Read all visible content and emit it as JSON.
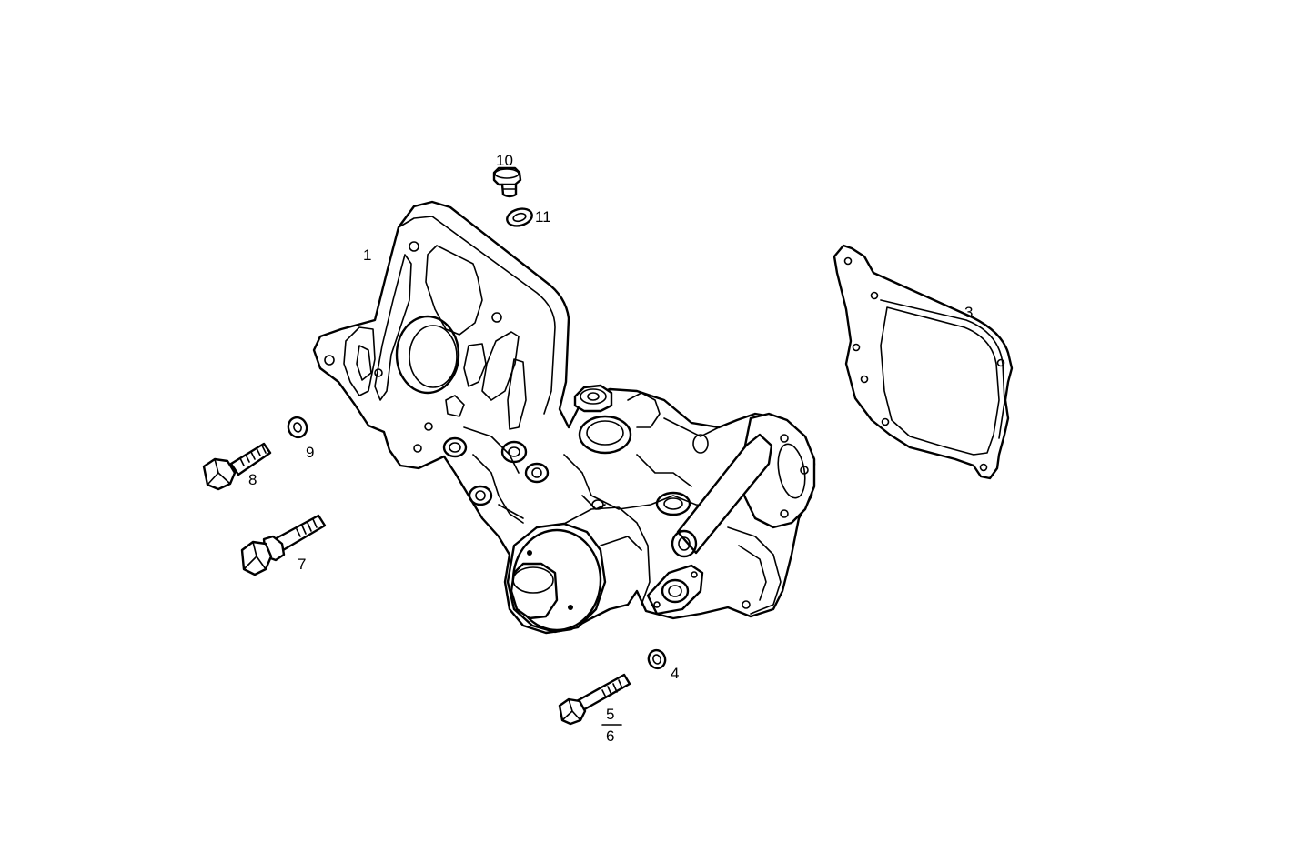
{
  "callouts": {
    "part_1": "1",
    "part_3": "3",
    "part_4": "4",
    "part_5": "5",
    "part_6": "6",
    "part_7": "7",
    "part_8": "8",
    "part_9": "9",
    "part_10": "10",
    "part_11": "11"
  }
}
